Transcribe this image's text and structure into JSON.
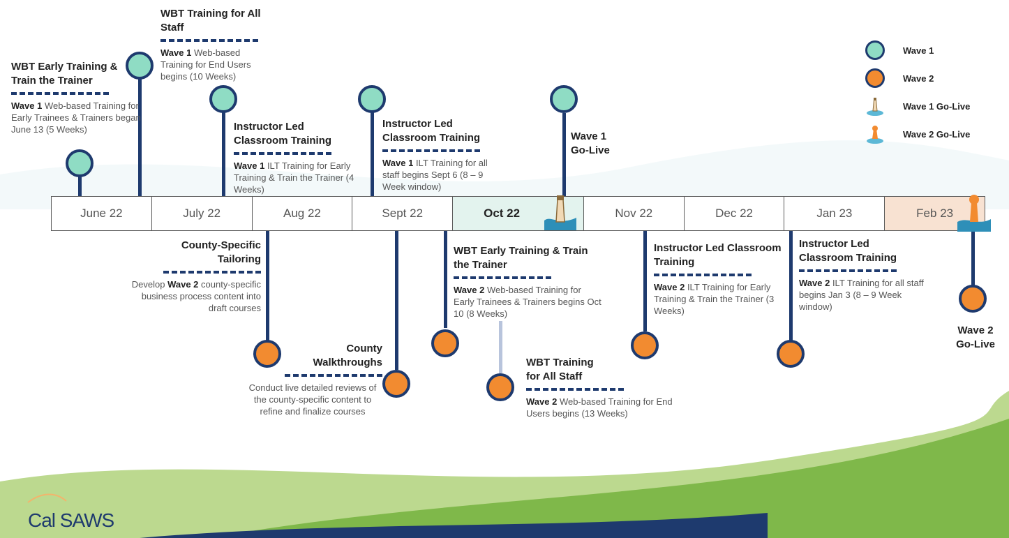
{
  "months": [
    {
      "label": "June 22",
      "state": "normal"
    },
    {
      "label": "July 22",
      "state": "normal"
    },
    {
      "label": "Aug 22",
      "state": "normal"
    },
    {
      "label": "Sept 22",
      "state": "normal"
    },
    {
      "label": "Oct 22",
      "state": "current"
    },
    {
      "label": "Nov 22",
      "state": "normal"
    },
    {
      "label": "Dec 22",
      "state": "normal"
    },
    {
      "label": "Jan 23",
      "state": "normal"
    },
    {
      "label": "Feb 23",
      "state": "future"
    }
  ],
  "colors": {
    "wave1": "#8fdcc4",
    "wave2": "#f28b30",
    "stem": "#1e3a6e"
  },
  "legend": [
    {
      "label": "Wave 1",
      "kind": "wave1-dot"
    },
    {
      "label": "Wave 2",
      "kind": "wave2-dot"
    },
    {
      "label": "Wave 1 Go-Live",
      "kind": "lighthouse-icon"
    },
    {
      "label": "Wave 2 Go-Live",
      "kind": "lighthouse-orange-icon"
    }
  ],
  "milestones_above": {
    "m1": {
      "title": "WBT Early Training & Train the Trainer",
      "wave": "Wave 1",
      "desc": " Web-based Training for Early Trainees & Trainers began June 13 (5 Weeks)"
    },
    "m2": {
      "title": "WBT Training for All Staff",
      "wave": "Wave 1",
      "desc": " Web-based Training for End Users begins (10 Weeks)"
    },
    "m3": {
      "title": "Instructor Led Classroom Training",
      "wave": "Wave 1",
      "desc": " ILT Training for Early Training & Train the Trainer (4 Weeks)"
    },
    "m4": {
      "title": "Instructor Led Classroom Training",
      "wave": "Wave 1",
      "desc": " ILT Training for all staff begins Sept 6 (8 – 9 Week window)"
    },
    "m5": {
      "title": "Wave 1 Go-Live"
    }
  },
  "milestones_below": {
    "b1": {
      "title": "County-Specific Tailoring",
      "pre": "Develop ",
      "wave": "Wave 2",
      "desc": " county-specific business process content into draft courses"
    },
    "b2": {
      "title": "County Walkthroughs",
      "desc": "Conduct live detailed reviews of the county-specific content to refine and finalize courses"
    },
    "b3": {
      "title": "WBT Early Training & Train the Trainer",
      "wave": "Wave 2",
      "desc": " Web-based Training for Early Trainees & Trainers begins Oct 10 (8 Weeks)"
    },
    "b4": {
      "title": "WBT Training for All Staff",
      "wave": "Wave 2",
      "desc": " Web-based Training for End Users begins (13 Weeks)"
    },
    "b5": {
      "title": "Instructor Led Classroom Training",
      "wave": "Wave 2",
      "desc": " ILT Training for Early Training & Train the Trainer (3 Weeks)"
    },
    "b6": {
      "title": "Instructor Led Classroom Training",
      "wave": "Wave 2",
      "desc": " ILT Training for all staff begins Jan 3 (8 – 9 Week window)"
    },
    "b7": {
      "title": "Wave 2 Go-Live"
    }
  },
  "brand": "Cal SAWS"
}
